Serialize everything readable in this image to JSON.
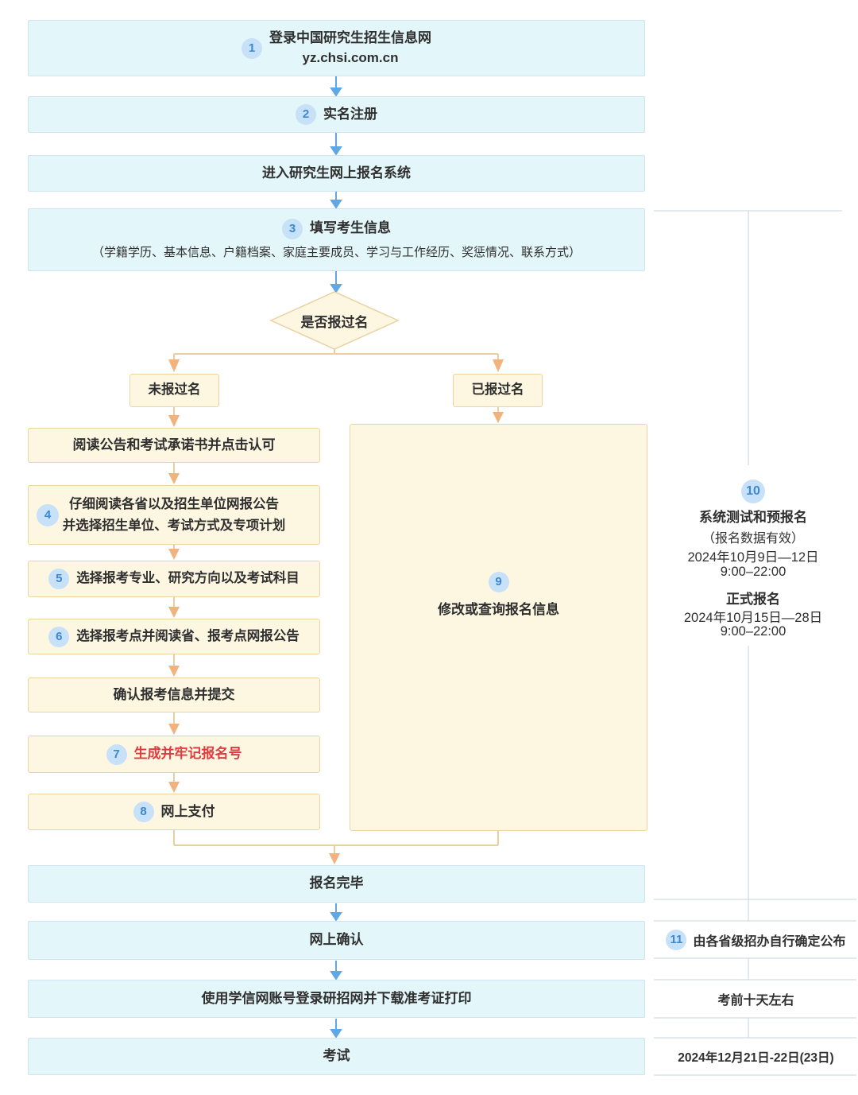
{
  "colors": {
    "cyan_box_bg": "#e3f6f9",
    "cyan_box_border": "#cfe4ee",
    "cream_box_bg": "#fdf7e2",
    "cream_box_border": "#ecd4a2",
    "blue_arrow": "#5fa8e6",
    "tan_line": "#e9cf9d",
    "orange_arrowhead": "#f2b27e",
    "badge_bg": "#c6e1f8",
    "badge_text": "#3d87d3",
    "red_text": "#e03b3f",
    "sidebar_rule": "#c7d6dd"
  },
  "flow": {
    "b1": {
      "num": "1",
      "line1": "登录中国研究生招生信息网",
      "line2": "yz.chsi.com.cn"
    },
    "b2": {
      "num": "2",
      "label": "实名注册"
    },
    "b3": {
      "label": "进入研究生网上报名系统"
    },
    "b4": {
      "num": "3",
      "label": "填写考生信息",
      "sub": "（学籍学历、基本信息、户籍档案、家庭主要成员、学习与工作经历、奖惩情况、联系方式）"
    },
    "decision": {
      "label": "是否报过名"
    },
    "no": {
      "label": "未报过名"
    },
    "yes": {
      "label": "已报过名"
    },
    "left": [
      {
        "label": "阅读公告和考试承诺书并点击认可"
      },
      {
        "num": "4",
        "line1": "仔细阅读各省以及招生单位网报公告",
        "line2": "并选择招生单位、考试方式及专项计划"
      },
      {
        "num": "5",
        "label": "选择报考专业、研究方向以及考试科目"
      },
      {
        "num": "6",
        "label": "选择报考点并阅读省、报考点网报公告"
      },
      {
        "label": "确认报考信息并提交"
      },
      {
        "num": "7",
        "label": "生成并牢记报名号"
      },
      {
        "num": "8",
        "label": "网上支付"
      }
    ],
    "b9": {
      "num": "9",
      "label": "修改或查询报名信息"
    },
    "done": {
      "label": "报名完毕"
    },
    "confirm": {
      "label": "网上确认"
    },
    "download": {
      "label": "使用学信网账号登录研招网并下载准考证打印"
    },
    "exam": {
      "label": "考试"
    }
  },
  "side": {
    "s10": {
      "num": "10",
      "title": "系统测试和预报名",
      "note": "（报名数据有效）",
      "date1": "2024年10月9日—12日",
      "time1": "9:00–22:00",
      "title2": "正式报名",
      "date2": "2024年10月15日—28日",
      "time2": "9:00–22:00"
    },
    "s11": {
      "num": "11",
      "label": "由各省级招办自行确定公布"
    },
    "s12": {
      "label": "考前十天左右"
    },
    "s13": {
      "label": "2024年12月21日-22日(23日)"
    }
  }
}
